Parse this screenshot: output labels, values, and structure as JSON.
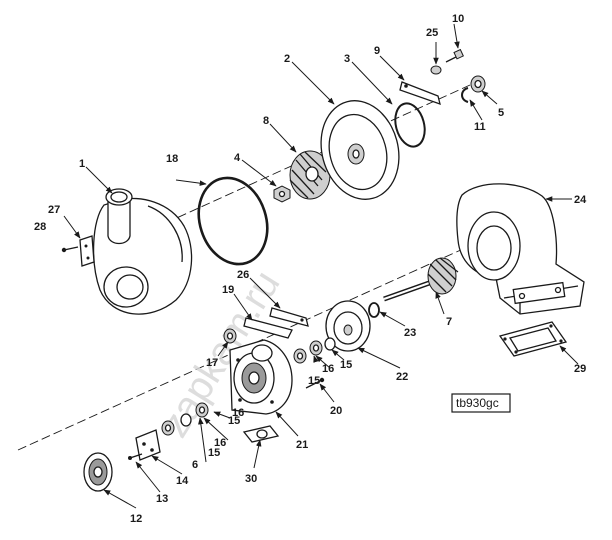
{
  "figure_code": "tb930gc",
  "watermark": "zapkam.ru",
  "callouts": [
    "1",
    "2",
    "3",
    "4",
    "5",
    "6",
    "7",
    "8",
    "9",
    "10",
    "11",
    "12",
    "13",
    "14",
    "15",
    "15",
    "15",
    "15",
    "16",
    "16",
    "16",
    "17",
    "18",
    "19",
    "20",
    "21",
    "22",
    "23",
    "24",
    "25",
    "26",
    "27",
    "28",
    "29",
    "30"
  ]
}
